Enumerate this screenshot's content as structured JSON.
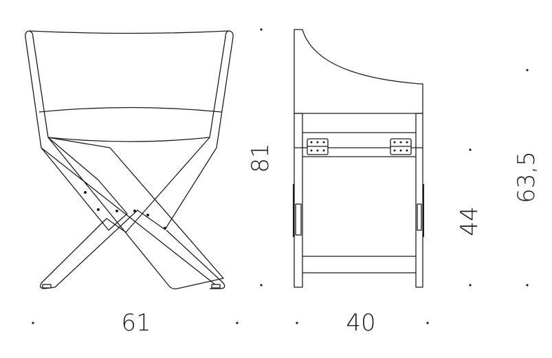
{
  "dimensions": {
    "front_width": "61",
    "side_depth": "40",
    "total_height": "81",
    "seat_height": "44",
    "armrest_height": "63,5"
  },
  "colors": {
    "line": "#1a1a1a",
    "background": "#ffffff"
  }
}
